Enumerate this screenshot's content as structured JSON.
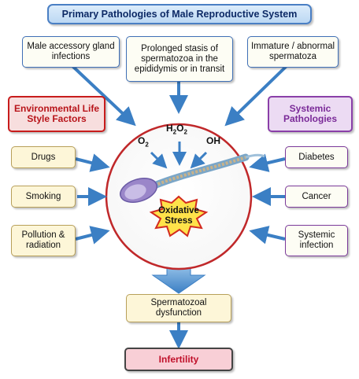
{
  "title": "Primary Pathologies of Male Reproductive System",
  "primary": [
    "Male accessory gland infections",
    "Prolonged stasis of spermatozoa in the epididymis or in transit",
    "Immature / abnormal spermatoza"
  ],
  "environmental": {
    "heading": "Environmental Life Style Factors",
    "items": [
      "Drugs",
      "Smoking",
      "Pollution & radiation"
    ]
  },
  "systemic": {
    "heading": "Systemic Pathologies",
    "items": [
      "Diabetes",
      "Cancer",
      "Systemic infection"
    ]
  },
  "species": {
    "o2": "O",
    "o2_sub": "2",
    "h2o2_h": "H",
    "h2o2_sub1": "2",
    "h2o2_o": "O",
    "h2o2_sub2": "2",
    "oh": "OH"
  },
  "center": "Oxidative Stress",
  "dysfunction": "Spermatozoal dysfunction",
  "outcome": "Infertility",
  "colors": {
    "arrow": "#3b7fc4",
    "circle": "#c0282a",
    "title_border": "#4a7fc4",
    "env": "#c81c1c",
    "sys": "#8a3fa8"
  }
}
